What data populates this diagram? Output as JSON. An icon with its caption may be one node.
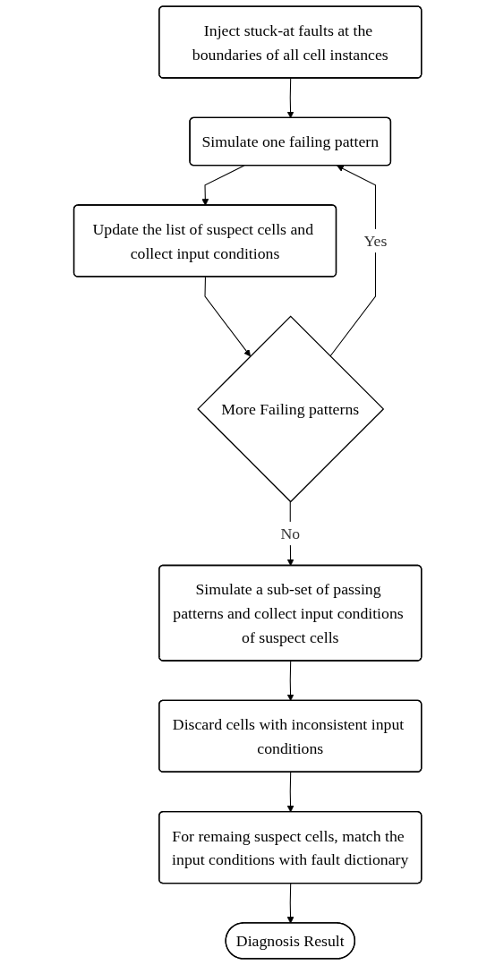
{
  "diagram": {
    "nodes": [
      {
        "text": [
          "Inject stuck-at faults at the boundaries of all cell instances"
        ]
      },
      {
        "text": [
          "Simulate one failing pattern"
        ]
      },
      {
        "text": [
          "Update the list of suspect cells and collect input conditions"
        ]
      },
      {
        "text": [
          "More Failing patterns"
        ]
      },
      {
        "text": [
          "Simulate a sub-set of passing patterns and collect input conditions of suspect cells"
        ]
      },
      {
        "text": [
          "Discard cells with inconsistent input conditions"
        ]
      },
      {
        "text": [
          "For remaing suspect cells, match the input conditions with fault dictionary"
        ]
      },
      {
        "text": [
          "Diagnosis Result"
        ]
      }
    ],
    "edges": [
      {
        "from": 0,
        "to": 1,
        "arrow": "to"
      },
      {
        "from": 1,
        "to": 2,
        "arrow": "to"
      },
      {
        "from": 2,
        "to": 3,
        "arrow": "to"
      },
      {
        "from": 3,
        "to": 1,
        "arrow": "to",
        "label": "Yes"
      },
      {
        "from": 3,
        "to": 4,
        "arrow": "to",
        "label": "No"
      },
      {
        "from": 4,
        "to": 5,
        "arrow": "to"
      },
      {
        "from": 5,
        "to": 6,
        "arrow": "to"
      },
      {
        "from": 6,
        "to": 7,
        "arrow": "to"
      }
    ]
  }
}
